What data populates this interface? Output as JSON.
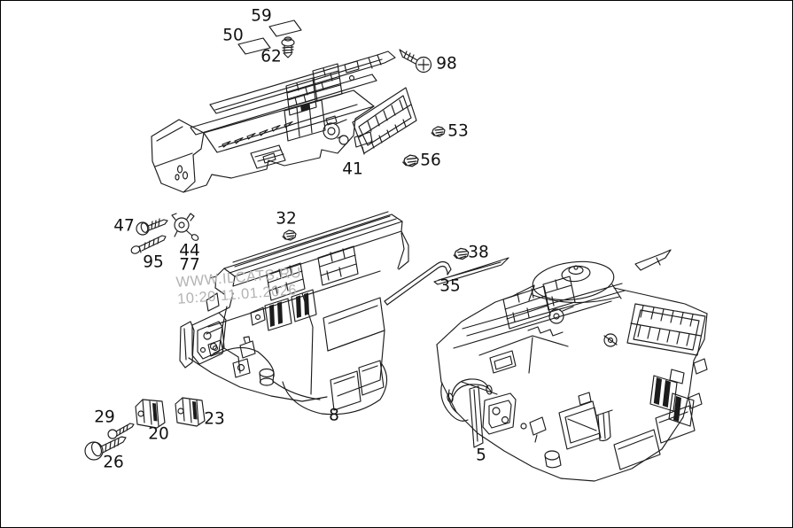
{
  "diagram": {
    "kind": "exploded-parts-diagram",
    "background_color": "#ffffff",
    "line_color": "#1c1c1c",
    "label_color": "#111111"
  },
  "watermark": {
    "line1": "WWW.ILCATS.RU",
    "line2": "10:20 11.01.2026",
    "color": "#b3b3b3"
  },
  "parts": [
    {
      "number": "59"
    },
    {
      "number": "50"
    },
    {
      "number": "62"
    },
    {
      "number": "98"
    },
    {
      "number": "41"
    },
    {
      "number": "53"
    },
    {
      "number": "56"
    },
    {
      "number": "47"
    },
    {
      "number": "44"
    },
    {
      "number": "77"
    },
    {
      "number": "95"
    },
    {
      "number": "32"
    },
    {
      "number": "35"
    },
    {
      "number": "38"
    },
    {
      "number": "8"
    },
    {
      "number": "5"
    },
    {
      "number": "29"
    },
    {
      "number": "20"
    },
    {
      "number": "23"
    },
    {
      "number": "26"
    }
  ]
}
